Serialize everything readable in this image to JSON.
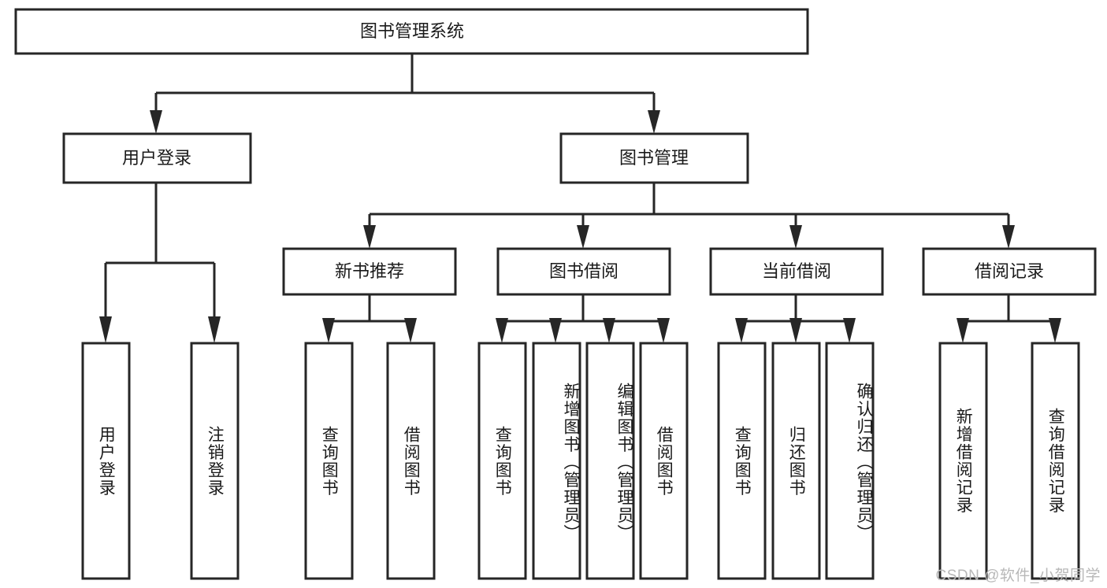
{
  "diagram": {
    "type": "tree",
    "title": "图书管理系统",
    "watermark": "CSDN @软件_小贺同学",
    "colors": {
      "stroke": "#262626",
      "node_fill": "#ffffff",
      "text": "#1a1a1a",
      "background": "#ffffff",
      "watermark": "#b8b8b8"
    },
    "root": {
      "id": "root",
      "label": "图书管理系统",
      "orientation": "horizontal"
    },
    "level2": [
      {
        "id": "user-login",
        "label": "用户登录",
        "orientation": "horizontal"
      },
      {
        "id": "book-manage",
        "label": "图书管理",
        "orientation": "horizontal"
      }
    ],
    "level3": [
      {
        "id": "new-book-recommend",
        "label": "新书推荐",
        "parent": "book-manage",
        "orientation": "horizontal"
      },
      {
        "id": "book-borrow",
        "label": "图书借阅",
        "parent": "book-manage",
        "orientation": "horizontal"
      },
      {
        "id": "current-borrow",
        "label": "当前借阅",
        "parent": "book-manage",
        "orientation": "horizontal"
      },
      {
        "id": "borrow-record",
        "label": "借阅记录",
        "parent": "book-manage",
        "orientation": "horizontal"
      }
    ],
    "leaves": [
      {
        "id": "leaf-user-login",
        "label": "用户登录",
        "parent": "user-login",
        "orientation": "vertical"
      },
      {
        "id": "leaf-logout",
        "label": "注销登录",
        "parent": "user-login",
        "orientation": "vertical"
      },
      {
        "id": "leaf-query-book-1",
        "label": "查询图书",
        "parent": "new-book-recommend",
        "orientation": "vertical"
      },
      {
        "id": "leaf-borrow-book-1",
        "label": "借阅图书",
        "parent": "new-book-recommend",
        "orientation": "vertical"
      },
      {
        "id": "leaf-query-book-2",
        "label": "查询图书",
        "parent": "book-borrow",
        "orientation": "vertical"
      },
      {
        "id": "leaf-add-book",
        "label": "新增图书（管理员）",
        "parent": "book-borrow",
        "orientation": "vertical"
      },
      {
        "id": "leaf-edit-book",
        "label": "编辑图书（管理员）",
        "parent": "book-borrow",
        "orientation": "vertical"
      },
      {
        "id": "leaf-borrow-book-2",
        "label": "借阅图书",
        "parent": "book-borrow",
        "orientation": "vertical"
      },
      {
        "id": "leaf-query-book-3",
        "label": "查询图书",
        "parent": "current-borrow",
        "orientation": "vertical"
      },
      {
        "id": "leaf-return-book",
        "label": "归还图书",
        "parent": "current-borrow",
        "orientation": "vertical"
      },
      {
        "id": "leaf-confirm-return",
        "label": "确认归还（管理员）",
        "parent": "current-borrow",
        "orientation": "vertical"
      },
      {
        "id": "leaf-add-record",
        "label": "新增借阅记录",
        "parent": "borrow-record",
        "orientation": "vertical"
      },
      {
        "id": "leaf-query-record",
        "label": "查询借阅记录",
        "parent": "borrow-record",
        "orientation": "vertical"
      }
    ]
  }
}
